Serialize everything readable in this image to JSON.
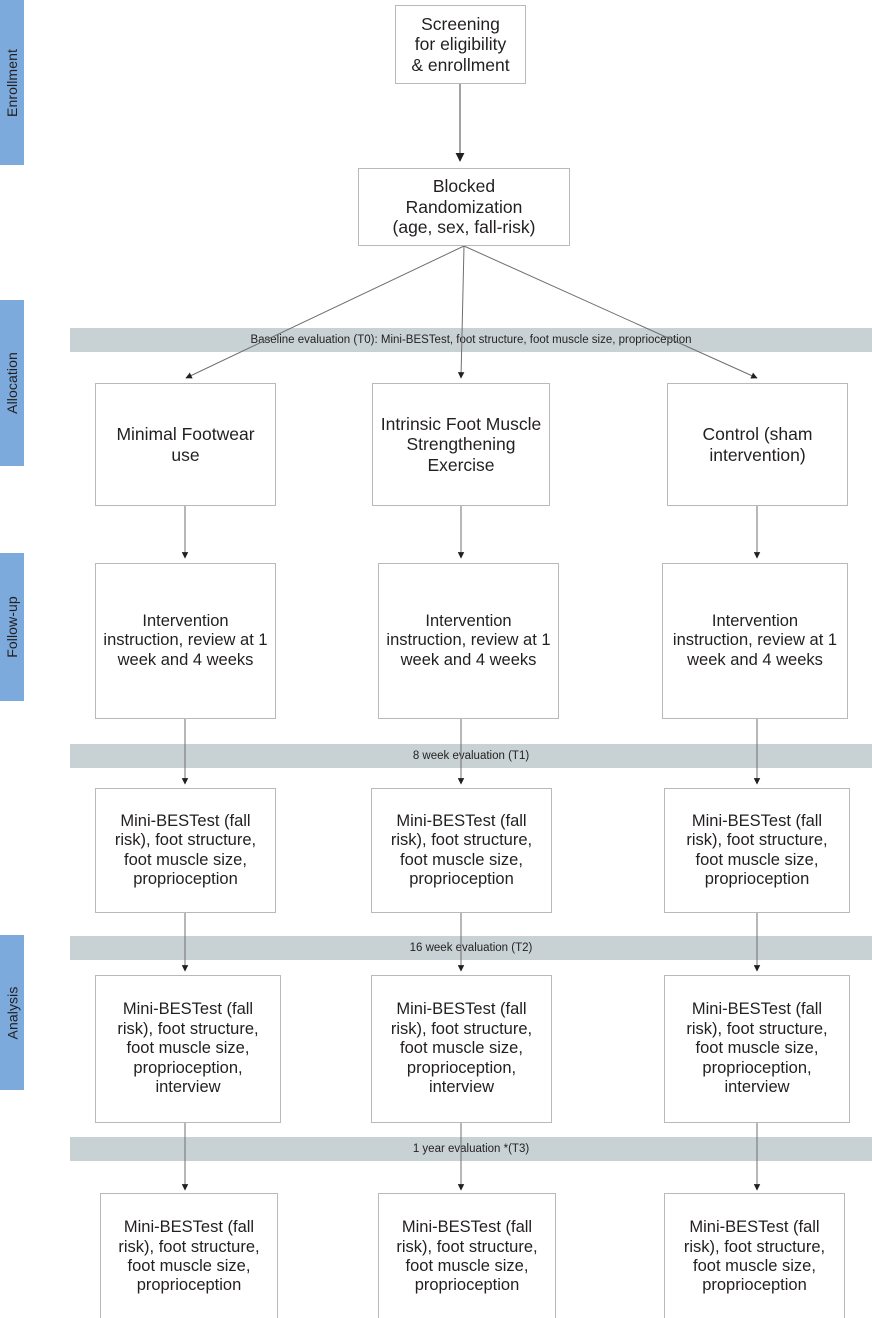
{
  "diagram": {
    "title": "CONSORT participant flow diagram",
    "colors": {
      "phase_tab": "#7CAADC",
      "eval_bar": "#C8D2D5",
      "box_border": "#b9b9b9",
      "text": "#231f20",
      "background": "#ffffff"
    }
  },
  "phases": [
    {
      "label": "Enrollment"
    },
    {
      "label": "Allocation"
    },
    {
      "label": "Follow-up"
    },
    {
      "label": "Analysis"
    }
  ],
  "enrollment": {
    "screening": "Screening\nfor eligibility\n& enrollment",
    "screening_lines": [
      "Screening",
      "for eligibility",
      "& enrollment"
    ],
    "randomization": "Blocked\nRandomization\n(age, sex, fall-risk)",
    "randomization_lines": [
      "Blocked",
      "Randomization",
      "(age, sex, fall-risk)"
    ]
  },
  "eval_bars": [
    {
      "id": "t0",
      "label": "Baseline evaluation (T0): Mini-BESTest, foot structure, foot muscle size, proprioception"
    },
    {
      "id": "t1",
      "label": "8 week evaluation (T1)"
    },
    {
      "id": "t2",
      "label": "16 week evaluation (T2)"
    },
    {
      "id": "t3",
      "label": "1 year evaluation *(T3)"
    }
  ],
  "arms": [
    {
      "name": "minimal-footwear",
      "allocation": "Minimal Footwear use"
    },
    {
      "name": "intrinsic-foot-muscle",
      "allocation": "Intrinsic Foot Muscle Strengthening Exercise"
    },
    {
      "name": "control",
      "allocation": "Control (sham intervention)"
    }
  ],
  "followup": {
    "arm1": "Intervention instruction, review at 1 week and 4 weeks",
    "arm2": "Intervention instruction, review at 1 week and 4 weeks",
    "arm3": "Intervention instruction, review at 1 week and 4 weeks"
  },
  "outcomes_t1": {
    "arm1": "Mini-BESTest (fall risk), foot structure, foot muscle size, proprioception",
    "arm2": "Mini-BESTest (fall risk), foot structure, foot muscle size, proprioception",
    "arm3": "Mini-BESTest (fall risk), foot structure, foot muscle size, proprioception"
  },
  "outcomes_t2": {
    "arm1": "Mini-BESTest (fall risk), foot structure, foot muscle size, proprioception, interview",
    "arm2": "Mini-BESTest (fall risk), foot structure, foot muscle size, proprioception, interview",
    "arm3": "Mini-BESTest (fall risk), foot structure, foot muscle size, proprioception, interview"
  },
  "outcomes_t3": {
    "arm1": "Mini-BESTest (fall risk), foot structure, foot muscle size, proprioception",
    "arm2": "Mini-BESTest (fall risk), foot structure, foot muscle size, proprioception",
    "arm3": "Mini-BESTest (fall risk), foot structure, foot muscle size, proprioception"
  }
}
